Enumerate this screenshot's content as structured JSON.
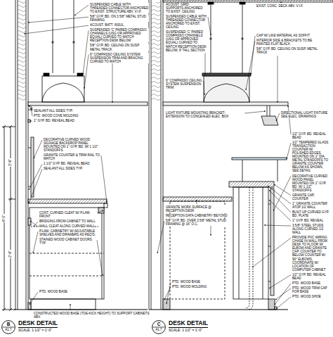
{
  "diagram": {
    "nodes": [
      {
        "text": [
          "B",
          "A1.7"
        ]
      },
      {
        "text": [
          "C",
          "A1.7"
        ]
      }
    ],
    "labels": [
      "SUSPENDED CABLE WITH THREADED CONNECTOR ANCHORED TO EXIST. STRUCTURE ABV. V.I.F.",
      "5/8\" GYP. BD. ON 3 5/8\" METAL STUD FRAMING",
      "ACOUST. BATT. INSUL.",
      "SUSPENDED 'C' PAIRED COMPASSO CHANNELS (USG OR APPROVED EQUAL) CURVED TO MATCH RECEPTION DESK BELOW",
      "5/8\" GYP. BD. CEILING ON SUSP. METAL TRACK",
      "6\" COMPASSO CEILING SYSTEM SUSPENSION TRIM AND BRACING CURVED TO MATCH",
      "SEALANT ALL SIDES TYP.",
      "PTD. WOOD COVE MOLDING",
      "1\" GYP. BD. REVEAL BEAD",
      "DECORATIVE CURVED WOOD SIGNAGE BACKDROP PANEL MOUNTED ON 1\" GYP. BD. W/ 1 1/2\" STANDOFFS",
      "GRANITE COUNTER & TRIM RAIL TO MATCH",
      "1 1/2\" GYP. BD. REVEAL BEAD",
      "SEALANT ALL SIDES TYP.",
      "CONT. CURVED CLEAT W/ P.LAM. FRONT",
      "BRIDGING FROM CABINET TO WALL",
      "WALL CLEAT ALONG CURVED WALL",
      "P.LAM. CABINETRY W/ ADJUSTABLE SHELVES AND DRAWERS AS REQ'D.",
      "STAINED WOOD CABINET DOORS TYP.",
      "PTD. WOOD BASE",
      "CONSTRUCTED WOOD BASE (TOE-KICK HEIGHT) TO SUPPORT CABINETS ABV.",
      "ACOUST. GRID SUPPORTS ANCHORED TO EXIST. CEILING",
      "SUSPENDED CABLE WITH THREADED CONNECTOR ANCHORED TO EXIST. CEILING",
      "EXIST. CONC. DECK ABV. V.I.F.",
      "CAP W/ LIKE MATERIAL AS SOFFIT",
      "INTERIOR SIDE & BRACKETS TO BE PAINTED FLAT BLACK",
      "SUSPENDED 'C' PAIRED COMPASSO CHANNELS (USG OR APPROVED EQUAL) CURVED TO MATCH RECEPTION DESK BELOW, 8' TALL SECTION",
      "LIGHT FIXTURE MOUNTING BRACKET-EXTENSION TO CONCEALED ELEC. BOX",
      "DIRECTIONAL LIGHT FIXTURE SEE ELEC. DRAWINGS",
      "6\" COMPASSO CEILING SYSTEM SUSPENSION TRIM",
      "5/8\" GYP. BD. CEILING ON SUSP. METAL TRACK",
      "GRANITE WORK SURFACE @ RECEPTION DESK",
      "RECEPTION DATA CABINETRY BEYOND",
      "5/8\" GYP. BD. OVER 3 5/8\" METAL STUD FRAMING @ 16\" O.C.",
      "PTD. WOOD BASE",
      "PTD. WOOD MOLDING",
      "1/2\" GYP. BD. REVEAL BEAD",
      "1/2\" TEMPERED GLASS TRANSACTION COUNTER W/ POLISHED EDGES, MOUNTED ON 1\" DIA. METAL STANDOFFS TO GRANITE COUNTER BELOW AS SHOWN, SEE DETAIL",
      "DECORATIVE CURVED WOOD PANEL MOUNTED ON 1\" GYP. BD. W/ 1 1/2\" STANDOFFS",
      "GRANITE CAP, COUNTER",
      "1\" GRANITE COUNTER ATOP 1/2 WALL",
      "BUILT-UP CURVED GYP. BD. PLATE",
      "1\" GYP. BD. REVEAL",
      "3 5/8\" STEEL STUDS ALONG CURVED 1/2 WALL",
      "PROVIDE PVC WIRING CHASE IN WALL FROM DESK TO FLOOR W/ ELBOW AND GRANITE CAP. COUNTER TO BELOW COUNTER W/ 90° ELBOWS. COORDINATE W/ LOCATION OF COMPUTER CABINET",
      "1/2\" GYP. BD. REVEAL BEAD",
      "PTD. WOOD BASE",
      "PTD. WOOD TRIM CAP FOR BASE",
      "PTD. WOOD SHOE",
      "DESK DETAIL",
      "SCALE: 1 1/2\" = 1'-0\"",
      "DESK DETAIL",
      "SCALE: 1 1/2\" = 1'-0\"",
      "3'-6\"",
      "2'-6\"",
      "6'-0\""
    ]
  }
}
